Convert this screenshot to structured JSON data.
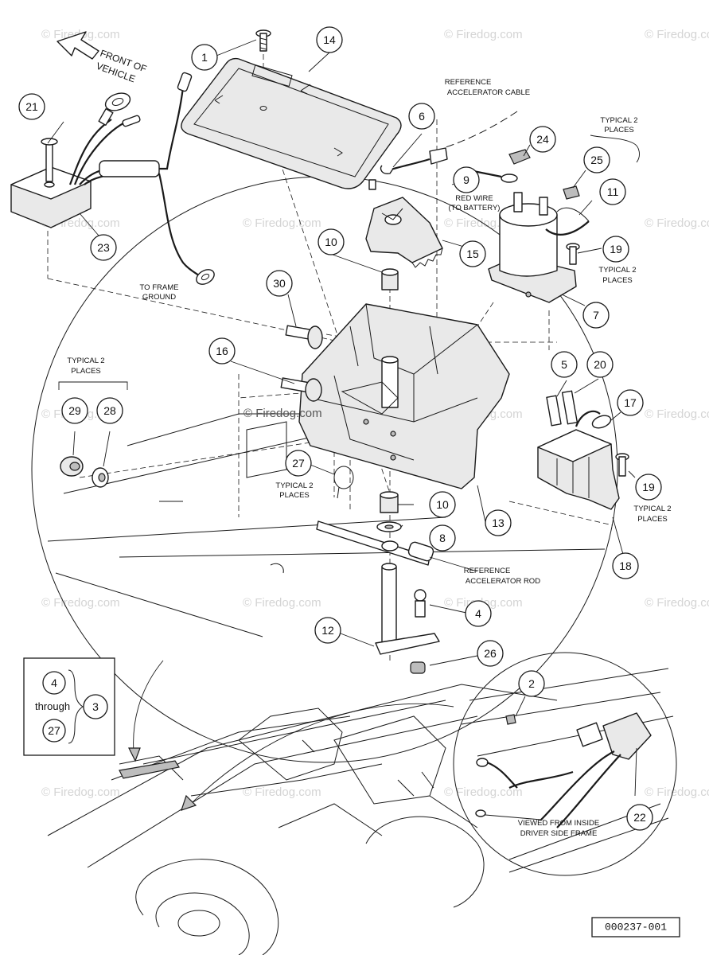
{
  "watermark_text": "© Firedog.com",
  "center_watermark_text": "© Firedog.com",
  "direction_label": [
    "FRONT OF",
    "VEHICLE"
  ],
  "labels": {
    "accelerator_cable": [
      "REFERENCE",
      "ACCELERATOR CABLE"
    ],
    "accelerator_rod": [
      "REFERENCE",
      "ACCELERATOR ROD"
    ],
    "red_wire": [
      "RED WIRE",
      "(TO BATTERY)"
    ],
    "frame_ground": [
      "TO FRAME",
      "GROUND"
    ],
    "typical_top": [
      "TYPICAL 2",
      "PLACES"
    ],
    "typical_19_top": [
      "TYPICAL 2",
      "PLACES"
    ],
    "typical_19_bottom": [
      "TYPICAL 2",
      "PLACES"
    ],
    "typical_27": [
      "TYPICAL 2",
      "PLACES"
    ],
    "typical_29_28": [
      "TYPICAL 2",
      "PLACES"
    ],
    "viewed_from": [
      "VIEWED FROM INSIDE",
      "DRIVER SIDE FRAME"
    ]
  },
  "callouts": {
    "c1": "1",
    "c2": "2",
    "c3": "3",
    "c4": "4",
    "c5": "5",
    "c6": "6",
    "c7": "7",
    "c8": "8",
    "c9": "9",
    "c10a": "10",
    "c10b": "10",
    "c11": "11",
    "c12": "12",
    "c13": "13",
    "c14": "14",
    "c15": "15",
    "c16": "16",
    "c17": "17",
    "c18": "18",
    "c19a": "19",
    "c19b": "19",
    "c20": "20",
    "c21": "21",
    "c22": "22",
    "c23": "23",
    "c24": "24",
    "c25": "25",
    "c26": "26",
    "c27": "27",
    "c28": "28",
    "c29": "29",
    "c30": "30"
  },
  "range_box": {
    "from": "4",
    "word": "through",
    "to": "27",
    "result": "3"
  },
  "diagram_id": "000237-001"
}
